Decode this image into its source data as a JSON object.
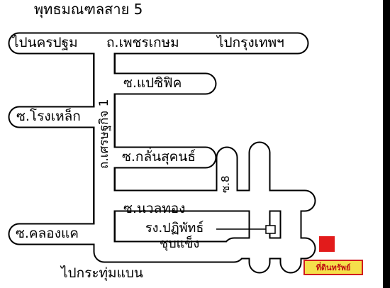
{
  "map": {
    "roads": {
      "top_road_label": "พุทธมณฑลสาย 5",
      "to_nakhon_pathom": "ไปนครปฐม",
      "phetkasem_road": "ถ.เพชรเกษม",
      "to_bangkok": "ไปกรุงเทพฯ",
      "pacific_soi": "ซ.แปซิฟิค",
      "rong_lek_soi": "ซ.โรงเหล็ก",
      "setthakit_road": "ถ.เศรษฐกิจ 1",
      "klan_sukhon_soi": "ซ.กลั่นสุคนธ์",
      "soi_8": "ซ.8",
      "nuan_thong_soi": "ซ.นวลทอง",
      "khlong_khae_soi": "ซ.คลองแค",
      "school_line1": "รง.ปฏิพัทธ์",
      "school_line2": "ชุบแข็ง",
      "to_krathum_baen": "ไปกระทุ่มแบน"
    },
    "destination": {
      "label": "ที่ดินทรัพย์",
      "marker_color": "#e21b1b",
      "badge_color": "#f5e04b"
    }
  }
}
